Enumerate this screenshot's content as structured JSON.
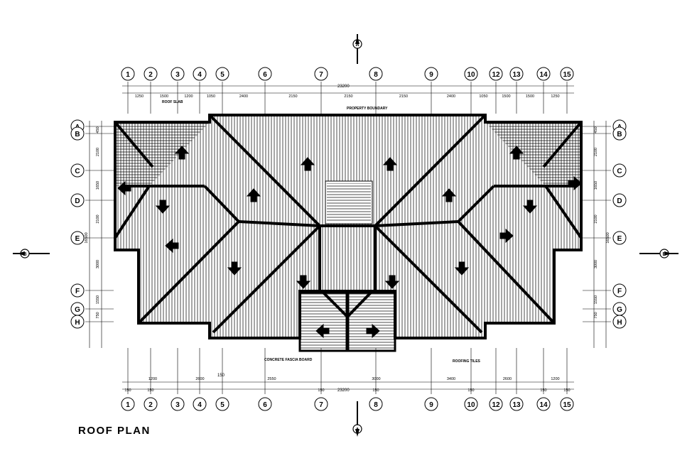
{
  "drawing": {
    "title": "ROOF PLAN",
    "top_grid_labels": [
      "1",
      "2",
      "3",
      "4",
      "5",
      "6",
      "7",
      "8",
      "9",
      "10",
      "12",
      "13",
      "14",
      "15"
    ],
    "bottom_grid_labels": [
      "1",
      "2",
      "3",
      "4",
      "5",
      "6",
      "7",
      "8",
      "9",
      "10",
      "12",
      "13",
      "14",
      "15"
    ],
    "row_labels": [
      "A",
      "B",
      "C",
      "D",
      "E",
      "F",
      "G",
      "H"
    ],
    "top_overall_dim": "23200",
    "bottom_overall_dim": "23200",
    "top_dims": [
      "1250",
      "1500",
      "1200",
      "1050",
      "2400",
      "2150",
      "2150",
      "2150",
      "2400",
      "1050",
      "1500",
      "1500",
      "1250"
    ],
    "bottom_dims_upper": [
      "1200",
      "2600",
      "2550",
      "3000",
      "3400",
      "2600",
      "1200"
    ],
    "bottom_dims_lower": [
      "150",
      "150",
      "150",
      "150",
      "150",
      "150",
      "150"
    ],
    "bottom_mid_dim": "150",
    "left_dims": [
      "450",
      "2100",
      "1650",
      "2100",
      "3000",
      "1550",
      "750"
    ],
    "left_overall": "16500",
    "right_dims": [
      "450",
      "2100",
      "1650",
      "2100",
      "3000",
      "1550",
      "750"
    ],
    "right_overall": "16500",
    "section_top": "A",
    "section_bottom": "A",
    "section_left": "B",
    "section_right": "B",
    "notes": {
      "roof_slab": "ROOF SLAB",
      "property_line": "PROPERTY BOUNDARY",
      "fascia": "CONCRETE FASCIA BOARD",
      "roofing": "ROOFING TILES"
    }
  },
  "colors": {
    "line": "#000000",
    "background": "#ffffff"
  }
}
